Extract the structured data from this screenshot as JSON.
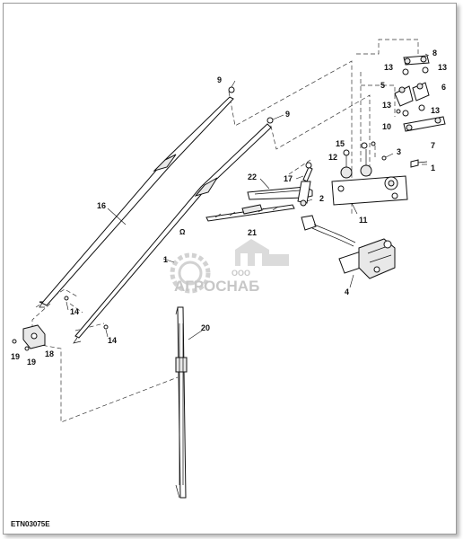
{
  "diagram": {
    "code": "ETN03075E",
    "watermark": {
      "small": "ООО",
      "name": "АГРОСНАБ"
    },
    "small_mark": "Ω",
    "callouts": [
      {
        "id": "c8",
        "label": "8"
      },
      {
        "id": "c13a",
        "label": "13"
      },
      {
        "id": "c13b",
        "label": "13"
      },
      {
        "id": "c5",
        "label": "5"
      },
      {
        "id": "c6",
        "label": "6"
      },
      {
        "id": "c13c",
        "label": "13"
      },
      {
        "id": "c13d",
        "label": "13"
      },
      {
        "id": "c10",
        "label": "10"
      },
      {
        "id": "c7",
        "label": "7"
      },
      {
        "id": "c15",
        "label": "15"
      },
      {
        "id": "c12",
        "label": "12"
      },
      {
        "id": "c3",
        "label": "3"
      },
      {
        "id": "c1a",
        "label": "1"
      },
      {
        "id": "c9a",
        "label": "9"
      },
      {
        "id": "c9b",
        "label": "9"
      },
      {
        "id": "c17",
        "label": "17"
      },
      {
        "id": "c22",
        "label": "22"
      },
      {
        "id": "c2",
        "label": "2"
      },
      {
        "id": "c11",
        "label": "11"
      },
      {
        "id": "c16",
        "label": "16"
      },
      {
        "id": "c21",
        "label": "21"
      },
      {
        "id": "c1b",
        "label": "1"
      },
      {
        "id": "c4",
        "label": "4"
      },
      {
        "id": "c14a",
        "label": "14"
      },
      {
        "id": "c14b",
        "label": "14"
      },
      {
        "id": "c18",
        "label": "18"
      },
      {
        "id": "c19a",
        "label": "19"
      },
      {
        "id": "c19b",
        "label": "19"
      },
      {
        "id": "c20",
        "label": "20"
      }
    ]
  }
}
